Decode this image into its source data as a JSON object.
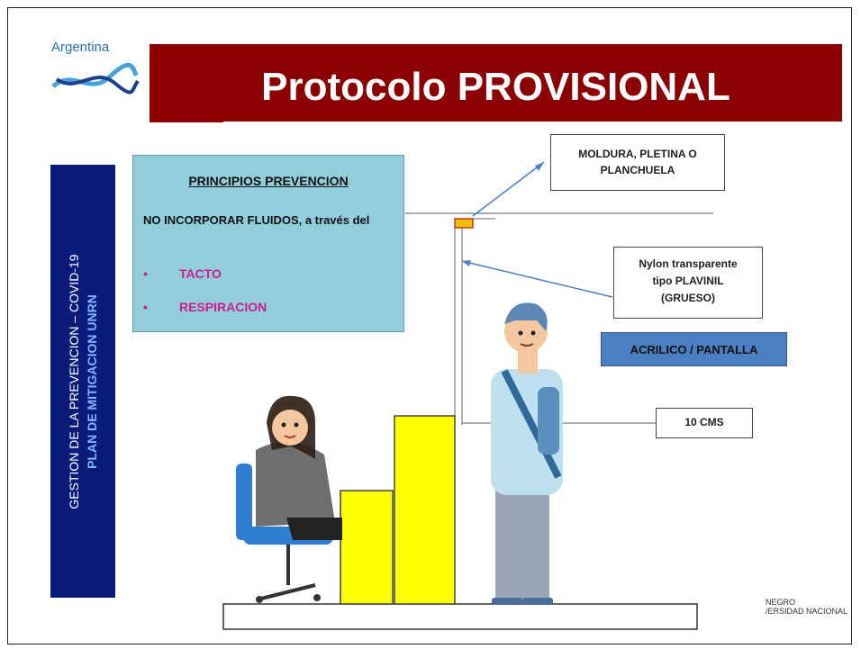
{
  "logo": {
    "text": "Argentina"
  },
  "title": "Protocolo PROVISIONAL",
  "sidebar": {
    "line1": "GESTION DE LA PREVENCION – COVID-19",
    "line2": "PLAN DE MITIGACION UNRN"
  },
  "principles": {
    "heading": "PRINCIPIOS PREVENCION",
    "text": "NO INCORPORAR FLUIDOS, a través del",
    "bullets": [
      "TACTO",
      "RESPIRACION"
    ],
    "bullet_color": "#cc1f8f"
  },
  "callouts": {
    "moldura": "MOLDURA, PLETINA O PLANCHUELA",
    "nylon_line1": "Nylon transparente",
    "nylon_line2": "tipo PLAVINIL",
    "nylon_line3": "(GRUESO)",
    "acrilico": "ACRILICO / PANTALLA",
    "distance": "10 CMS"
  },
  "footer": {
    "line1": "NEGRO",
    "line2": "/ERSIDAD NACIONAL"
  },
  "colors": {
    "title_bg": "#8b0000",
    "sidebar_bg": "#0b1b7a",
    "principles_bg": "#92cddc",
    "acrilico_bg": "#4a7fc1",
    "counter_yellow": "#ffff00"
  }
}
